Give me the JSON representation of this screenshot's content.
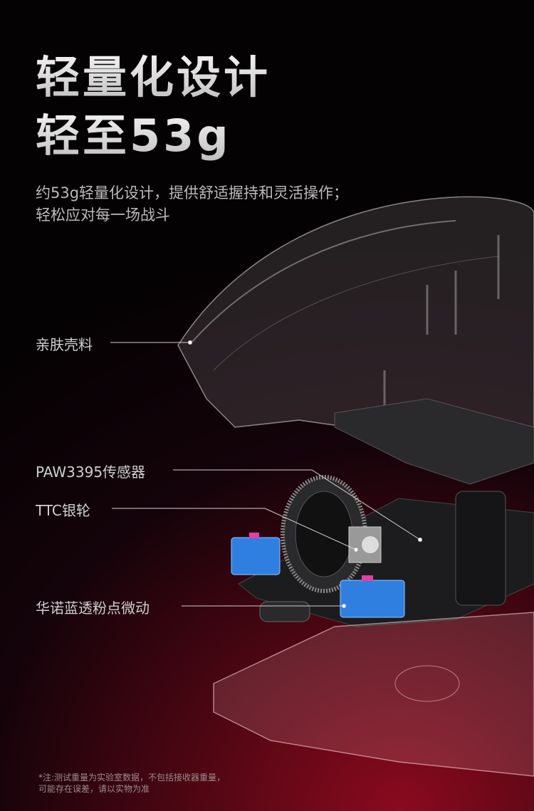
{
  "headline": {
    "line1": "轻量化设计",
    "line2": "轻至53g"
  },
  "description": {
    "line1": "约53g轻量化设计，提供舒适握持和灵活操作；",
    "line2": "轻松应对每一场战斗"
  },
  "callouts": [
    {
      "label": "亲肤壳料"
    },
    {
      "label": "PAW3395传感器"
    },
    {
      "label": "TTC银轮"
    },
    {
      "label": "华诺蓝透粉点微动"
    }
  ],
  "footnote": {
    "line1": "*注:测试重量为实验室数据，不包括接收器重量，",
    "line2": "可能存在误差，请以实物为准"
  },
  "colors": {
    "switch_blue": "#2f7fe0",
    "switch_pink": "#e23fa6",
    "bg_red": "#8a0a1e"
  }
}
